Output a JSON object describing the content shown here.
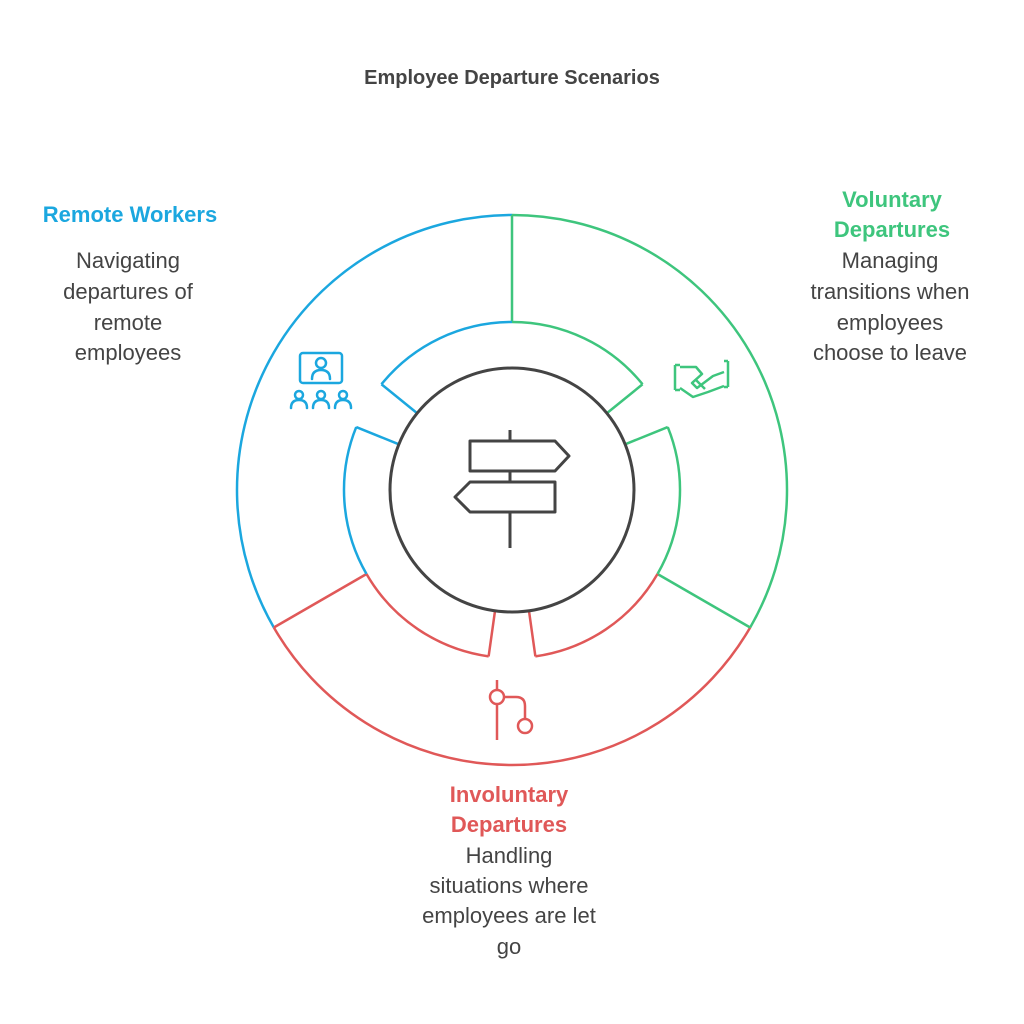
{
  "title": "Employee Departure Scenarios",
  "colors": {
    "blue": "#1ba7df",
    "green": "#3ec57d",
    "red": "#e05858",
    "dark": "#444444"
  },
  "sections": [
    {
      "id": "remote",
      "title_lines": [
        "Remote Workers"
      ],
      "desc_lines": [
        "Navigating",
        "departures of",
        "remote",
        "employees"
      ],
      "icon": "video-conference-icon"
    },
    {
      "id": "voluntary",
      "title_lines": [
        "Voluntary",
        "Departures"
      ],
      "desc_lines": [
        "Managing",
        "transitions when",
        "employees",
        "choose to leave"
      ],
      "icon": "handshake-icon"
    },
    {
      "id": "involuntary",
      "title_lines": [
        "Involuntary",
        "Departures"
      ],
      "desc_lines": [
        "Handling",
        "situations where",
        "employees are let",
        "go"
      ],
      "icon": "branch-icon"
    }
  ],
  "center_icon": "signpost-icon"
}
